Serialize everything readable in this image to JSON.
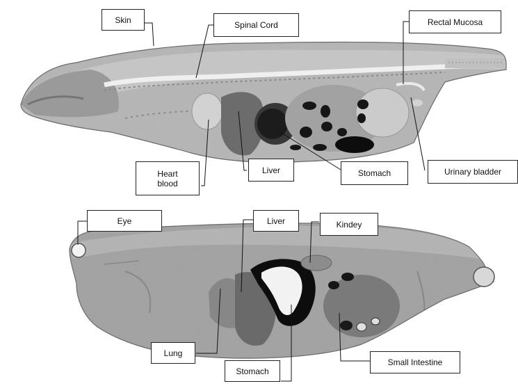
{
  "panels": [
    {
      "labels": {
        "skin": "Skin",
        "spinal_cord": "Spinal Cord",
        "rectal_mucosa": "Rectal Mucosa",
        "heart_blood": "Heart\nblood",
        "liver": "Liver",
        "stomach": "Stomach",
        "urinary_bladder": "Urinary bladder"
      }
    },
    {
      "labels": {
        "eye": "Eye",
        "liver": "Liver",
        "kidney": "Kindey",
        "lung": "Lung",
        "stomach": "Stomach",
        "small_intestine": "Small Intestine"
      }
    }
  ]
}
